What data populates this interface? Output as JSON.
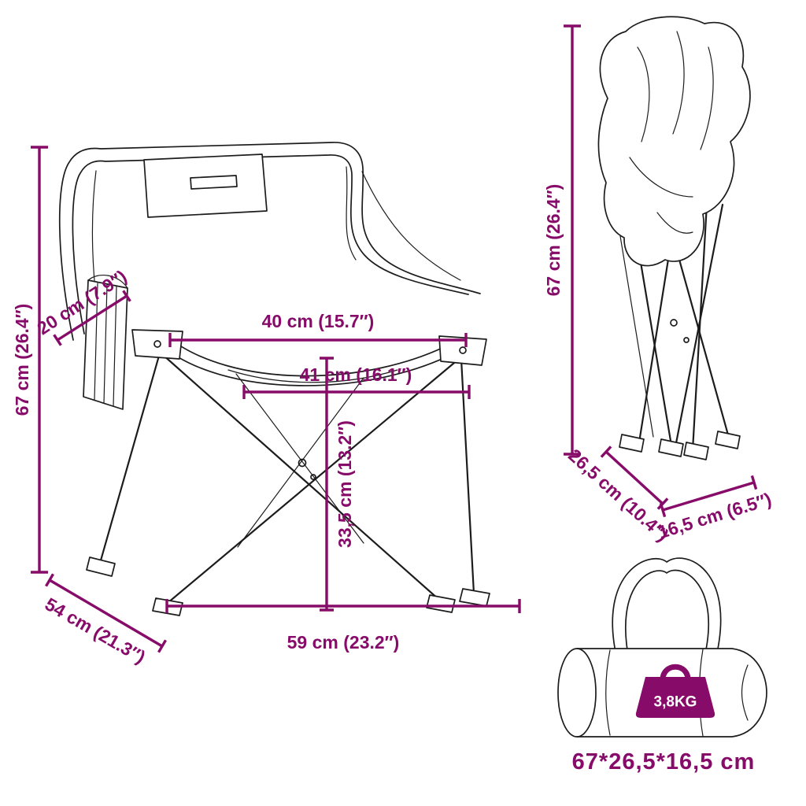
{
  "colors": {
    "accent": "#870B69",
    "line": "#1C1C1C",
    "background": "#FFFFFF"
  },
  "front_chair": {
    "height": "67 cm (26.4″)",
    "pocket": "20 cm (7.9″)",
    "inner_width": "40 cm (15.7″)",
    "seat_width": "41 cm (16.1″)",
    "seat_height": "33,5 cm (13.2″)",
    "depth": "54 cm (21.3″)",
    "width": "59 cm (23.2″)"
  },
  "folded_chair": {
    "height": "67 cm (26.4″)",
    "depth": "26,5 cm (10.4″)",
    "width": "16,5 cm (6.5″)"
  },
  "carry_bag": {
    "weight": "3,8KG",
    "size": "67*26,5*16,5 cm"
  }
}
